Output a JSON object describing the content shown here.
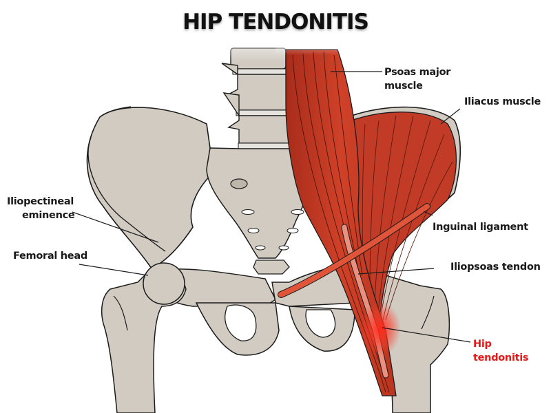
{
  "title": "HIP TENDONITIS",
  "colors": {
    "bone": "#d1cbc2",
    "bone_shadow": "#bdb6ab",
    "outline": "#1c1c1c",
    "muscle": "#c23b26",
    "muscle_dark": "#9e2a1a",
    "ligament": "#e0553a",
    "tendon": "#e9907f",
    "inflammation": "#ff2a1a",
    "highlight_label": "#e11b1b"
  },
  "labels": {
    "psoas_major_line1": "Psoas major",
    "psoas_major_line2": "muscle",
    "iliacus": "Iliacus muscle",
    "inguinal_ligament": "Inguinal ligament",
    "iliopsoas_tendon": "Iliopsoas tendon",
    "hip_tendonitis_line1": "Hip",
    "hip_tendonitis_line2": "tendonitis",
    "iliopectineal_line1": "Iliopectineal",
    "iliopectineal_line2": "eminence",
    "femoral_head": "Femoral head"
  }
}
